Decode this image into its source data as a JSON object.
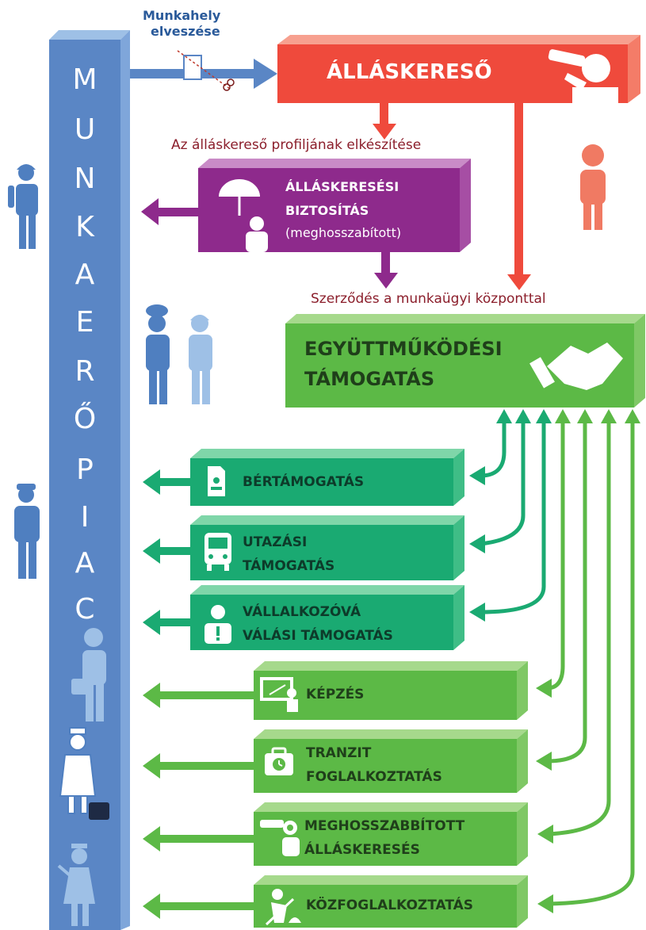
{
  "colors": {
    "pillar": "#5a86c5",
    "pillar_light": "#7fa6da",
    "red": "#ef4a3c",
    "red_light": "#f7a08f",
    "purple": "#8e2a8c",
    "purple_light": "#c98bc7",
    "green_dark": "#1aaa72",
    "green_dark_light": "#7fd6a9",
    "green": "#5cb946",
    "green_light": "#a6d98c",
    "caption": "#8b1e2b",
    "figure_blue": "#4f7fc0",
    "figure_light": "#9ec0e6",
    "figure_red": "#f07a63"
  },
  "pillar": {
    "letters": [
      "M",
      "U",
      "N",
      "K",
      "A",
      "E",
      "R",
      "Ő",
      "P",
      "I",
      "A",
      "C"
    ]
  },
  "job_loss": {
    "label_line1": "Munkahely",
    "label_line2": "elveszése"
  },
  "jobseeker": {
    "title": "ÁLLÁSKERESŐ",
    "icon": "binoculars-person-icon"
  },
  "profile_caption": "Az álláskereső profiljának elkészítése",
  "insurance": {
    "line1": "ÁLLÁSKERESÉSI",
    "line2": "BIZTOSÍTÁS",
    "line3": "(meghosszabított)",
    "icon": "umbrella-person-icon"
  },
  "contract_caption": "Szerződés a munkaügyi központtal",
  "cooperation": {
    "line1": "EGYÜTTMŰKÖDÉSI",
    "line2": "TÁMOGATÁS",
    "icon": "handshake-icon"
  },
  "supports": [
    {
      "line1": "BÉRTÁMOGATÁS",
      "line2": "",
      "icon": "document-icon"
    },
    {
      "line1": "UTAZÁSI",
      "line2": "TÁMOGATÁS",
      "icon": "bus-icon"
    },
    {
      "line1": "VÁLLALKOZÓVÁ",
      "line2": "VÁLÁSI TÁMOGATÁS",
      "icon": "entrepreneur-icon"
    },
    {
      "line1": "KÉPZÉS",
      "line2": "",
      "icon": "training-board-icon"
    },
    {
      "line1": "TRANZIT",
      "line2": "FOGLALKOZTATÁS",
      "icon": "briefcase-clock-icon"
    },
    {
      "line1": "MEGHOSSZABBÍTOTT",
      "line2": "ÁLLÁSKERESÉS",
      "icon": "binoculars-clock-icon"
    },
    {
      "line1": "KÖZFOGLALKOZTATÁS",
      "line2": "",
      "icon": "worker-shovel-icon"
    }
  ]
}
